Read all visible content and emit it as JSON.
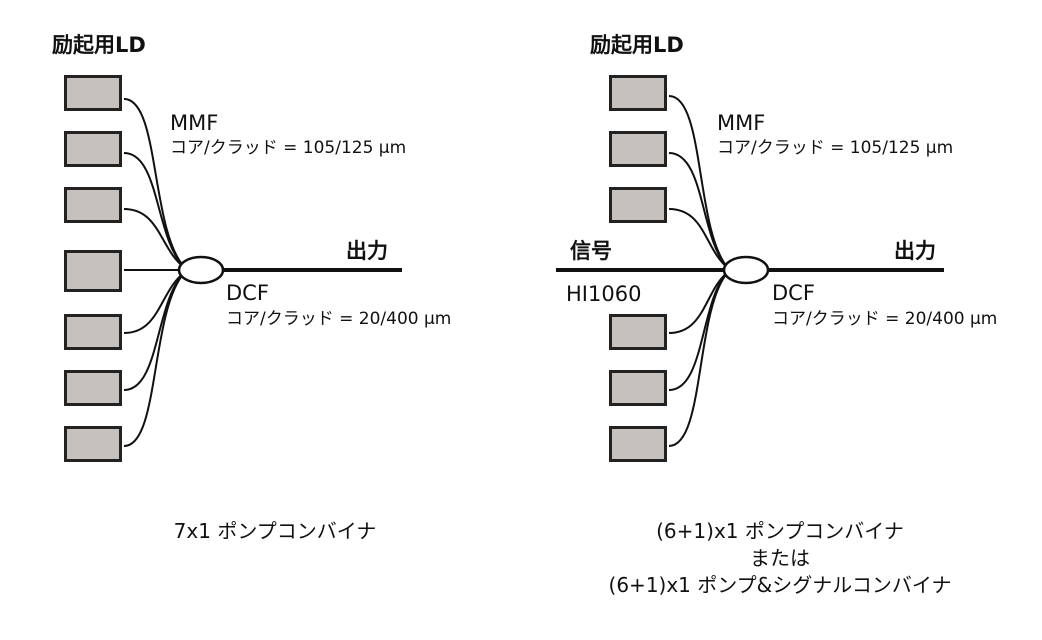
{
  "left": {
    "ld_label": "励起用LD",
    "mmf_label": "MMF",
    "mmf_spec": "コア/クラッド = 105/125 µm",
    "dcf_label": "DCF",
    "dcf_spec": "コア/クラッド = 20/400 µm",
    "output_label": "出力",
    "caption": "7x1 ポンプコンバイナ",
    "ld_count": 7
  },
  "right": {
    "ld_label": "励起用LD",
    "mmf_label": "MMF",
    "mmf_spec": "コア/クラッド = 105/125 µm",
    "signal_label": "信号",
    "signal_fiber": "HI1060",
    "dcf_label": "DCF",
    "dcf_spec": "コア/クラッド = 20/400 µm",
    "output_label": "出力",
    "caption_line1": "(6+1)x1 ポンプコンバイナ",
    "caption_line2": "または",
    "caption_line3": "(6+1)x1 ポンプ&シグナルコンバイナ",
    "ld_count": 6
  },
  "colors": {
    "ld_fill": "#c6c1bc",
    "line": "#111111"
  }
}
